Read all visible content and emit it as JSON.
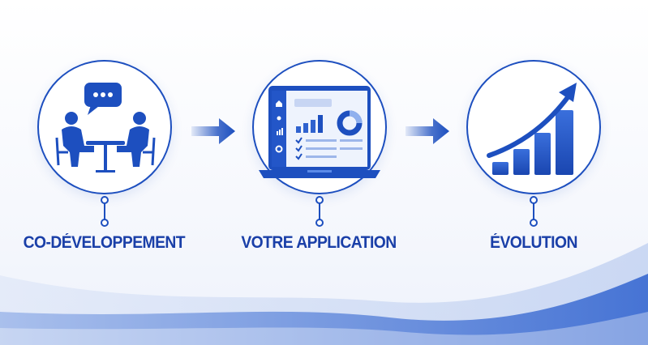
{
  "steps": [
    {
      "icon": "meeting-icon",
      "label": "CO-DÉVELOPPEMENT"
    },
    {
      "icon": "laptop-dashboard-icon",
      "label": "VOTRE APPLICATION"
    },
    {
      "icon": "growth-chart-icon",
      "label": "ÉVOLUTION"
    }
  ],
  "colors": {
    "primary": "#1d4fbf",
    "label": "#1a3fa8",
    "accent_light": "#5b8ae8"
  }
}
